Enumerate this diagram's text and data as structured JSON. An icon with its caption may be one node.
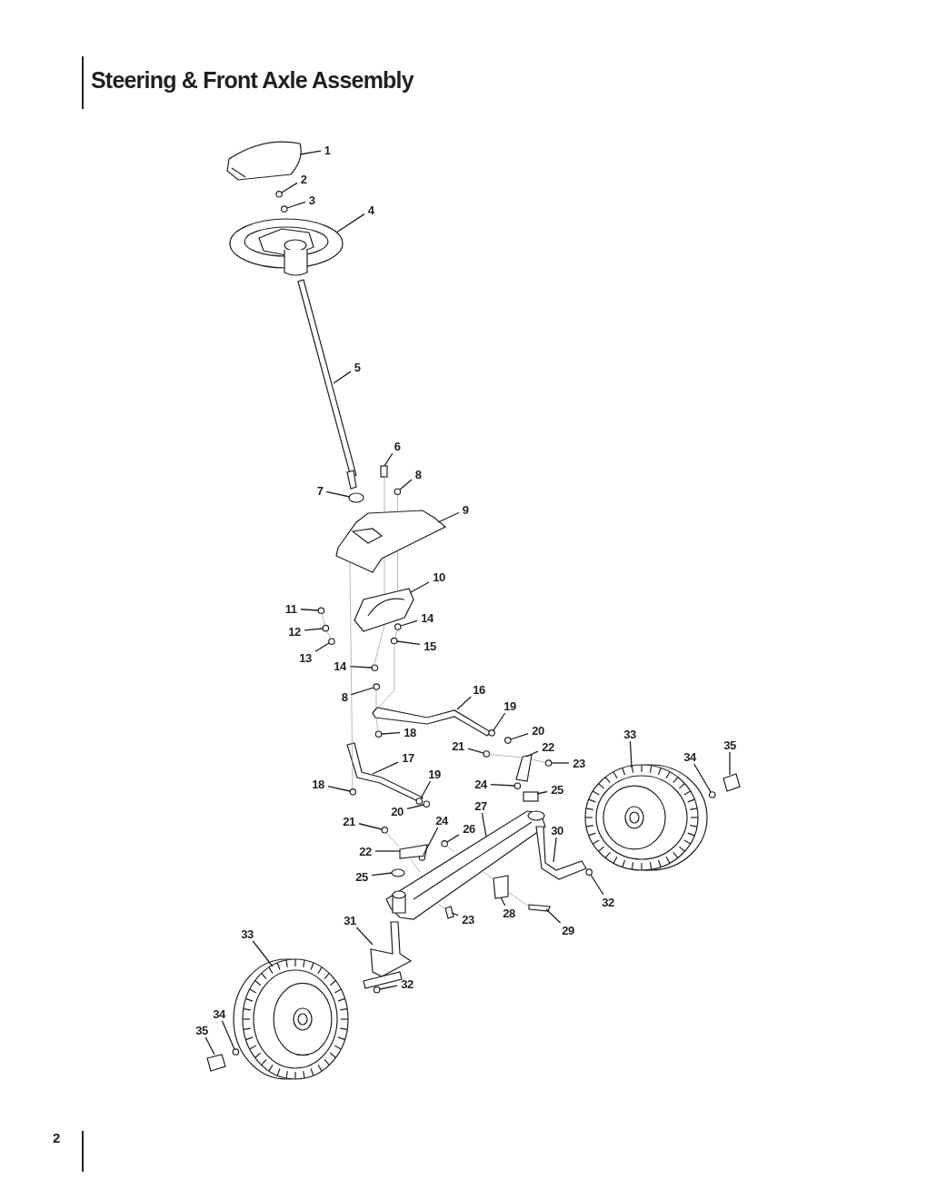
{
  "diagram": {
    "title": "Steering & Front Axle Assembly",
    "nodes": [
      {
        "text": [
          "1"
        ]
      },
      {
        "text": [
          "2"
        ]
      },
      {
        "text": [
          "3"
        ]
      },
      {
        "text": [
          "4"
        ]
      },
      {
        "text": [
          "5"
        ]
      },
      {
        "text": [
          "6"
        ]
      },
      {
        "text": [
          "7"
        ]
      },
      {
        "text": [
          "8"
        ]
      },
      {
        "text": [
          "9"
        ]
      },
      {
        "text": [
          "10"
        ]
      },
      {
        "text": [
          "11"
        ]
      },
      {
        "text": [
          "14"
        ]
      },
      {
        "text": [
          "12"
        ]
      },
      {
        "text": [
          "15"
        ]
      },
      {
        "text": [
          "13"
        ]
      },
      {
        "text": [
          "14"
        ]
      },
      {
        "text": [
          "8"
        ]
      },
      {
        "text": [
          "16"
        ]
      },
      {
        "text": [
          "19"
        ]
      },
      {
        "text": [
          "20"
        ]
      },
      {
        "text": [
          "18"
        ]
      },
      {
        "text": [
          "33"
        ]
      },
      {
        "text": [
          "21"
        ]
      },
      {
        "text": [
          "22"
        ]
      },
      {
        "text": [
          "35"
        ]
      },
      {
        "text": [
          "34"
        ]
      },
      {
        "text": [
          "23"
        ]
      },
      {
        "text": [
          "17"
        ]
      },
      {
        "text": [
          "19"
        ]
      },
      {
        "text": [
          "18"
        ]
      },
      {
        "text": [
          "24"
        ]
      },
      {
        "text": [
          "25"
        ]
      },
      {
        "text": [
          "27"
        ]
      },
      {
        "text": [
          "20"
        ]
      },
      {
        "text": [
          "21"
        ]
      },
      {
        "text": [
          "24"
        ]
      },
      {
        "text": [
          "26"
        ]
      },
      {
        "text": [
          "30"
        ]
      },
      {
        "text": [
          "22"
        ]
      },
      {
        "text": [
          "25"
        ]
      },
      {
        "text": [
          "28"
        ]
      },
      {
        "text": [
          "32"
        ]
      },
      {
        "text": [
          "23"
        ]
      },
      {
        "text": [
          "31"
        ]
      },
      {
        "text": [
          "29"
        ]
      },
      {
        "text": [
          "33"
        ]
      },
      {
        "text": [
          "32"
        ]
      },
      {
        "text": [
          "34"
        ]
      },
      {
        "text": [
          "35"
        ]
      },
      {
        "text": [],
        "shape": "picture"
      },
      {
        "text": [],
        "shape": "circle"
      },
      {
        "text": [],
        "shape": "circle"
      },
      {
        "text": [],
        "shape": "picture"
      },
      {
        "text": [],
        "shape": "picture"
      },
      {
        "text": [],
        "shape": "box"
      },
      {
        "text": [],
        "shape": "circle"
      },
      {
        "text": [],
        "shape": "circle"
      },
      {
        "text": [],
        "shape": "picture"
      },
      {
        "text": [],
        "shape": "picture"
      },
      {
        "text": [],
        "shape": "circle"
      },
      {
        "text": [],
        "shape": "circle"
      },
      {
        "text": [],
        "shape": "circle"
      },
      {
        "text": [],
        "shape": "circle"
      },
      {
        "text": [],
        "shape": "circle"
      },
      {
        "text": [],
        "shape": "circle"
      },
      {
        "text": [],
        "shape": "circle"
      },
      {
        "text": [],
        "shape": "picture"
      },
      {
        "text": [],
        "shape": "circle"
      },
      {
        "text": [],
        "shape": "circle"
      },
      {
        "text": [],
        "shape": "circle"
      },
      {
        "text": [],
        "shape": "picture"
      },
      {
        "text": [],
        "shape": "circle"
      },
      {
        "text": [],
        "shape": "box"
      },
      {
        "text": [],
        "shape": "box"
      },
      {
        "text": [],
        "shape": "circle"
      },
      {
        "text": [],
        "shape": "circle"
      },
      {
        "text": [],
        "shape": "picture"
      },
      {
        "text": [],
        "shape": "circle"
      },
      {
        "text": [],
        "shape": "circle"
      },
      {
        "text": [],
        "shape": "circle"
      },
      {
        "text": [],
        "shape": "box"
      },
      {
        "text": [],
        "shape": "picture"
      },
      {
        "text": [],
        "shape": "circle"
      },
      {
        "text": [],
        "shape": "circle"
      },
      {
        "text": [],
        "shape": "circle"
      },
      {
        "text": [],
        "shape": "circle"
      },
      {
        "text": [],
        "shape": "picture"
      },
      {
        "text": [],
        "shape": "box"
      },
      {
        "text": [],
        "shape": "circle"
      },
      {
        "text": [],
        "shape": "box"
      },
      {
        "text": [],
        "shape": "circle"
      },
      {
        "text": [],
        "shape": "box"
      },
      {
        "text": [],
        "shape": "picture"
      },
      {
        "text": [],
        "shape": "box"
      },
      {
        "text": [],
        "shape": "picture"
      },
      {
        "text": [],
        "shape": "circle"
      },
      {
        "text": [],
        "shape": "circle"
      },
      {
        "text": [],
        "shape": "box"
      }
    ],
    "edges": [
      {
        "from": 0,
        "to": 49,
        "arrow": "none"
      },
      {
        "from": 1,
        "to": 50,
        "arrow": "none"
      },
      {
        "from": 2,
        "to": 51,
        "arrow": "none"
      },
      {
        "from": 3,
        "to": 52,
        "arrow": "none"
      },
      {
        "from": 4,
        "to": 53,
        "arrow": "none"
      },
      {
        "from": 5,
        "to": 54,
        "arrow": "none"
      },
      {
        "from": 6,
        "to": 55,
        "arrow": "none"
      },
      {
        "from": 7,
        "to": 56,
        "arrow": "none"
      },
      {
        "from": 8,
        "to": 57,
        "arrow": "none"
      },
      {
        "from": 9,
        "to": 58,
        "arrow": "none"
      },
      {
        "from": 10,
        "to": 59,
        "arrow": "none"
      },
      {
        "from": 11,
        "to": 60,
        "arrow": "none"
      },
      {
        "from": 12,
        "to": 61,
        "arrow": "none"
      },
      {
        "from": 13,
        "to": 62,
        "arrow": "none"
      },
      {
        "from": 14,
        "to": 63,
        "arrow": "none"
      },
      {
        "from": 15,
        "to": 64,
        "arrow": "none"
      },
      {
        "from": 16,
        "to": 65,
        "arrow": "none"
      },
      {
        "from": 17,
        "to": 66,
        "arrow": "none"
      },
      {
        "from": 18,
        "to": 67,
        "arrow": "none"
      },
      {
        "from": 19,
        "to": 68,
        "arrow": "none"
      },
      {
        "from": 20,
        "to": 69,
        "arrow": "none"
      },
      {
        "from": 21,
        "to": 70,
        "arrow": "none"
      },
      {
        "from": 22,
        "to": 71,
        "arrow": "none"
      },
      {
        "from": 23,
        "to": 72,
        "arrow": "none"
      },
      {
        "from": 24,
        "to": 73,
        "arrow": "none"
      },
      {
        "from": 25,
        "to": 74,
        "arrow": "none"
      },
      {
        "from": 26,
        "to": 75,
        "arrow": "none"
      },
      {
        "from": 27,
        "to": 76,
        "arrow": "none"
      },
      {
        "from": 28,
        "to": 77,
        "arrow": "none"
      },
      {
        "from": 29,
        "to": 78,
        "arrow": "none"
      },
      {
        "from": 30,
        "to": 79,
        "arrow": "none"
      },
      {
        "from": 31,
        "to": 80,
        "arrow": "none"
      },
      {
        "from": 32,
        "to": 81,
        "arrow": "none"
      },
      {
        "from": 33,
        "to": 82,
        "arrow": "none"
      },
      {
        "from": 34,
        "to": 83,
        "arrow": "none"
      },
      {
        "from": 35,
        "to": 84,
        "arrow": "none"
      },
      {
        "from": 36,
        "to": 85,
        "arrow": "none"
      },
      {
        "from": 37,
        "to": 86,
        "arrow": "none"
      },
      {
        "from": 38,
        "to": 87,
        "arrow": "none"
      },
      {
        "from": 39,
        "to": 88,
        "arrow": "none"
      },
      {
        "from": 40,
        "to": 89,
        "arrow": "none"
      },
      {
        "from": 41,
        "to": 90,
        "arrow": "none"
      },
      {
        "from": 42,
        "to": 91,
        "arrow": "none"
      },
      {
        "from": 43,
        "to": 92,
        "arrow": "none"
      },
      {
        "from": 44,
        "to": 93,
        "arrow": "none"
      },
      {
        "from": 45,
        "to": 94,
        "arrow": "none"
      },
      {
        "from": 46,
        "to": 95,
        "arrow": "none"
      },
      {
        "from": 47,
        "to": 96,
        "arrow": "none"
      },
      {
        "from": 48,
        "to": 97,
        "arrow": "none"
      },
      {
        "from": 54,
        "to": 57,
        "arrow": "none",
        "color": "#999999"
      },
      {
        "from": 56,
        "to": 57,
        "arrow": "none",
        "color": "#999999"
      },
      {
        "from": 57,
        "to": 58,
        "arrow": "none",
        "color": "#999999"
      },
      {
        "from": 57,
        "to": 58,
        "arrow": "none",
        "color": "#999999"
      },
      {
        "from": 58,
        "to": 64,
        "arrow": "none",
        "color": "#999999"
      },
      {
        "from": 60,
        "to": 62,
        "arrow": "none",
        "color": "#999999"
      },
      {
        "from": 57,
        "to": 78,
        "arrow": "none",
        "color": "#999999"
      },
      {
        "from": 59,
        "to": 61,
        "arrow": "none",
        "color": "#999999"
      },
      {
        "from": 61,
        "to": 63,
        "arrow": "none",
        "color": "#999999"
      },
      {
        "from": 62,
        "to": 66,
        "arrow": "none",
        "color": "#999999"
      },
      {
        "from": 65,
        "to": 66,
        "arrow": "none",
        "color": "#999999"
      },
      {
        "from": 66,
        "to": 69,
        "arrow": "none",
        "color": "#999999"
      },
      {
        "from": 71,
        "to": 72,
        "arrow": "none",
        "color": "#999999"
      },
      {
        "from": 72,
        "to": 75,
        "arrow": "none",
        "color": "#999999"
      },
      {
        "from": 83,
        "to": 87,
        "arrow": "none",
        "color": "#999999"
      },
      {
        "from": 87,
        "to": 81,
        "arrow": "none",
        "color": "#999999"
      },
      {
        "from": 81,
        "to": 91,
        "arrow": "none",
        "color": "#999999"
      },
      {
        "from": 85,
        "to": 81,
        "arrow": "none",
        "color": "#999999"
      },
      {
        "from": 81,
        "to": 89,
        "arrow": "none",
        "color": "#999999"
      },
      {
        "from": 89,
        "to": 93,
        "arrow": "none",
        "color": "#999999"
      }
    ],
    "labels": [
      "2"
    ]
  }
}
